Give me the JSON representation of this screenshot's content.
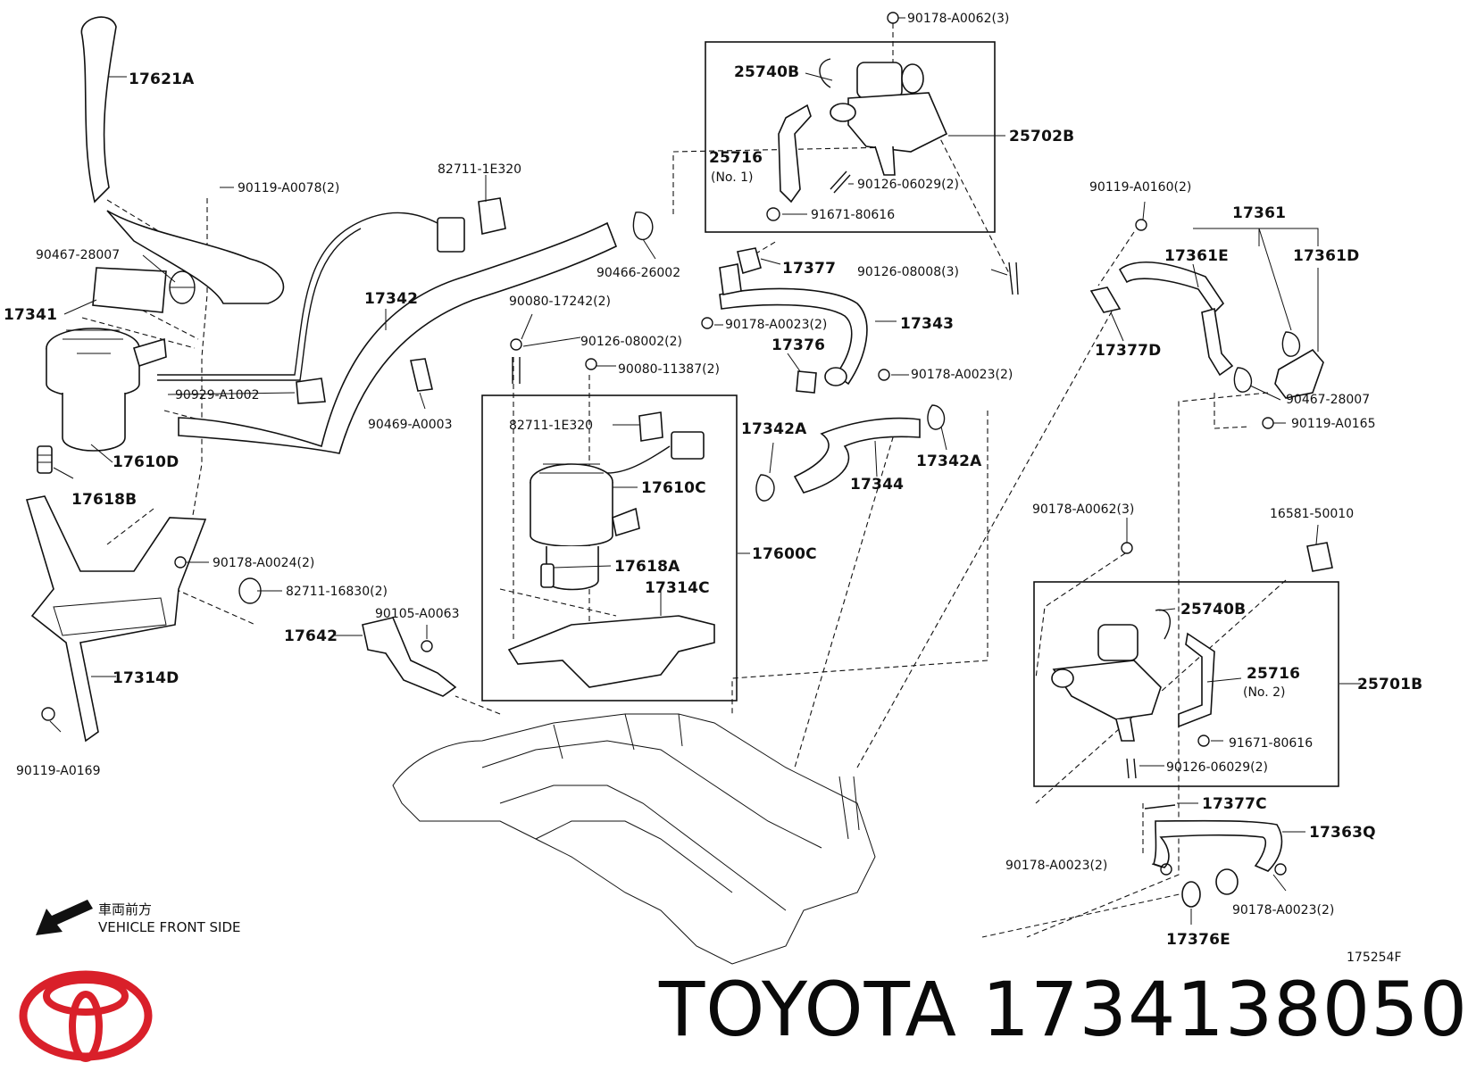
{
  "labels": {
    "p17621A": "17621A",
    "p90119_A0078": "90119-A0078(2)",
    "p82711_1E320_a": "82711-1E320",
    "p90467_28007_a": "90467-28007",
    "p17341": "17341",
    "p17342_a": "17342",
    "p90929_A1002": "90929-A1002",
    "p17610D": "17610D",
    "p17618B": "17618B",
    "p90178_A0024": "90178-A0024(2)",
    "p82711_16830": "82711-16830(2)",
    "p17314D": "17314D",
    "p90119_A0169": "90119-A0169",
    "p90178_A0062_top": "90178-A0062(3)",
    "p25740B_a": "25740B",
    "p25716_a": "25716",
    "p25716_a_note": "(No. 1)",
    "p25702B": "25702B",
    "p90126_06029_a": "90126-06029(2)",
    "p91671_80616_a": "91671-80616",
    "p90466_26002": "90466-26002",
    "p17377": "17377",
    "p90126_08008": "90126-08008(3)",
    "p90080_17242": "90080-17242(2)",
    "p90126_08002": "90126-08002(2)",
    "p90178_A0023_a": "90178-A0023(2)",
    "p17343": "17343",
    "p17376": "17376",
    "p90080_11387": "90080-11387(2)",
    "p90178_A0023_b": "90178-A0023(2)",
    "p90469_A0003": "90469-A0003",
    "p82711_1E320_b": "82711-1E320",
    "p17342A_a": "17342A",
    "p17342A_b": "17342A",
    "p17344": "17344",
    "p17610C": "17610C",
    "p17600C": "17600C",
    "p17618A": "17618A",
    "p17314C": "17314C",
    "p90105_A0063": "90105-A0063",
    "p17642": "17642",
    "p90119_A0160": "90119-A0160(2)",
    "p17361": "17361",
    "p17361E": "17361E",
    "p17361D": "17361D",
    "p17377D": "17377D",
    "p90467_28007_b": "90467-28007",
    "p90119_A0165": "90119-A0165",
    "p90178_A0062_mid": "90178-A0062(3)",
    "p16581_50010": "16581-50010",
    "p25740B_b": "25740B",
    "p25716_b": "25716",
    "p25716_b_note": "(No. 2)",
    "p25701B": "25701B",
    "p91671_80616_b": "91671-80616",
    "p90126_06029_b": "90126-06029(2)",
    "p17377C": "17377C",
    "p17363Q": "17363Q",
    "p90178_A0023_c": "90178-A0023(2)",
    "p90178_A0023_d": "90178-A0023(2)",
    "p17376E": "17376E"
  },
  "direction": {
    "japanese": "車両前方",
    "english": "VEHICLE FRONT SIDE"
  },
  "ref_code": "175254F",
  "brand_caption": "TOYOTA 1734138050",
  "colors": {
    "logo_red": "#d9202a",
    "line": "#111111"
  }
}
